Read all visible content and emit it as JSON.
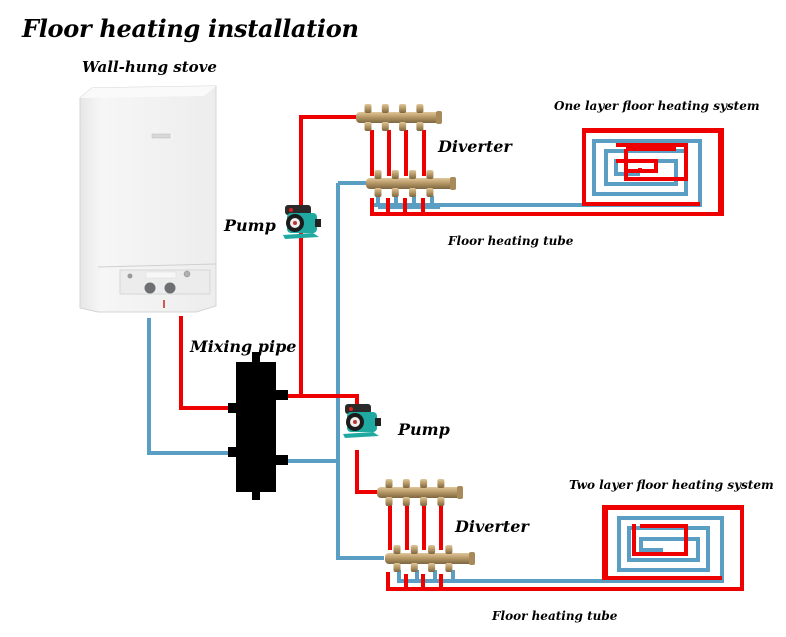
{
  "title": "Floor heating installation",
  "labels": {
    "stove": "Wall-hung stove",
    "pump_upper": "Pump",
    "pump_lower": "Pump",
    "diverter_upper": "Diverter",
    "diverter_lower": "Diverter",
    "tube_upper": "Floor heating tube",
    "tube_lower": "Floor heating tube",
    "mixing_pipe": "Mixing pipe",
    "one_layer": "One layer floor heating system",
    "two_layer": "Two layer floor heating system"
  },
  "colors": {
    "hot_pipe": "#ee0000",
    "cold_pipe": "#5a9ec4",
    "mixing_pipe": "#000000",
    "brass": "#b8996a",
    "pump_body": "#1fa9a0",
    "stove_body": "#f2f2f2"
  },
  "diagram": {
    "components": [
      "wall-hung-stove",
      "mixing-pipe",
      "pump-upper",
      "pump-lower",
      "diverter-upper",
      "diverter-lower",
      "one-layer-coil",
      "two-layer-coil"
    ],
    "diverter_outlets_per_manifold": 4
  }
}
